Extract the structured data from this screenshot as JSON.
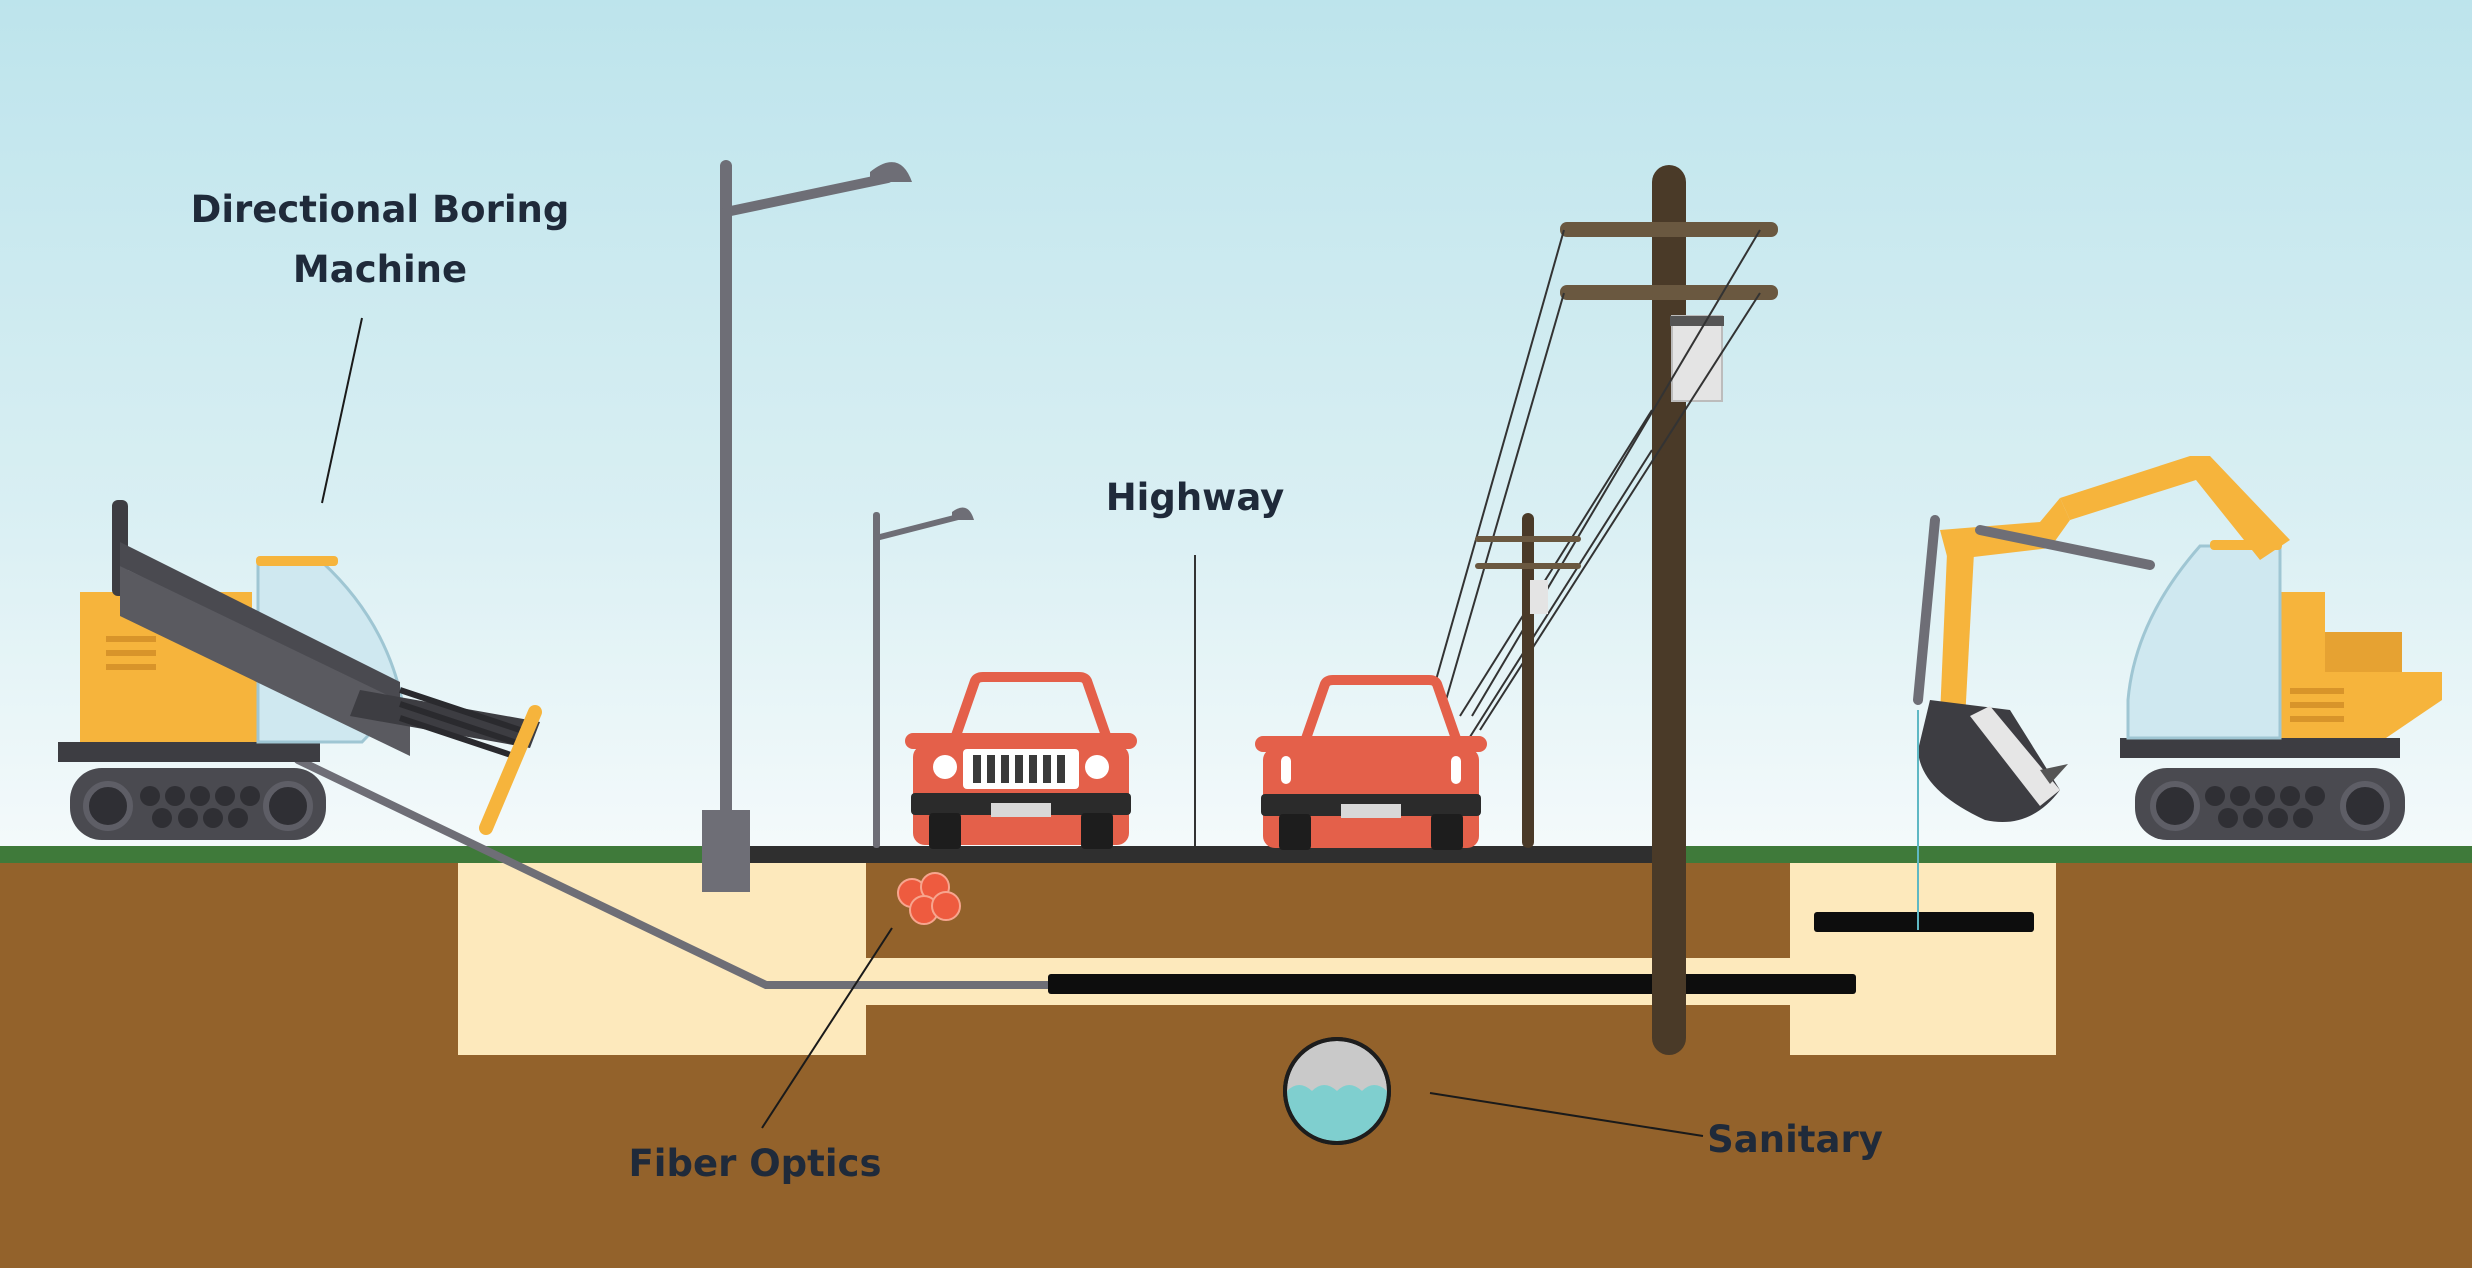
{
  "labels": {
    "boring_machine_line1": "Directional Boring",
    "boring_machine_line2": "Machine",
    "highway": "Highway",
    "fiber_optics": "Fiber Optics",
    "sanitary": "Sanitary"
  },
  "colors": {
    "sky_top": "#bde4ec",
    "sky_bottom": "#f4fafb",
    "grass": "#3f7a3a",
    "soil": "#93622b",
    "trench_fill": "#fde9bc",
    "asphalt": "#2f2f2f",
    "machine_yellow": "#f6b43c",
    "machine_dark": "#3d3d42",
    "car_red": "#e4604a",
    "pole_brown": "#4a3a28",
    "lamp_gray": "#6e6e76",
    "pipe_black": "#0d0d0d",
    "fiber_orange": "#ee5b3f",
    "sanitary_water": "#7fcfcf",
    "label_text": "#1f2a3a"
  },
  "icons": {
    "boring_machine": "directional-boring-machine-icon",
    "excavator": "excavator-icon",
    "car": "car-front-icon",
    "street_lamp": "street-lamp-icon",
    "utility_pole": "utility-pole-icon",
    "fiber_bundle": "fiber-optic-bundle-icon",
    "sanitary_pipe": "sanitary-pipe-icon"
  }
}
